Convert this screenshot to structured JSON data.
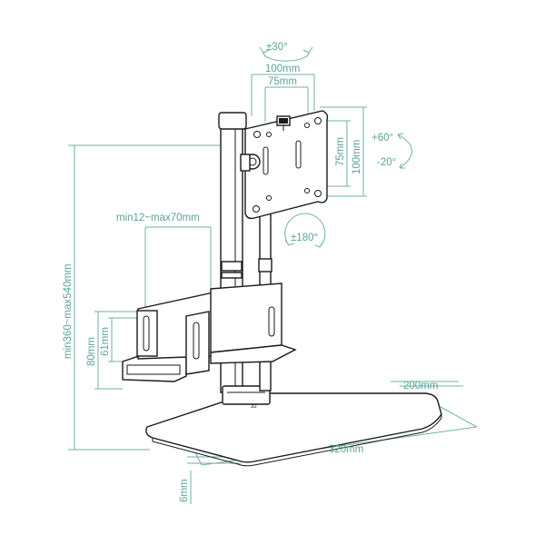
{
  "colors": {
    "dimension": "#5aa39a",
    "outline": "#1a1a1a",
    "background": "#ffffff"
  },
  "labels": {
    "rotation_swivel": "±30°",
    "vesa_100_h": "100mm",
    "vesa_75_h": "75mm",
    "vesa_75_v": "75mm",
    "vesa_100_v": "100mm",
    "tilt_up": "+60°",
    "tilt_down": "-20°",
    "rotation_full": "±180°",
    "holder_width": "min12~max70mm",
    "height_range": "min360~max540mm",
    "holder_80": "80mm",
    "holder_61": "61mm",
    "base_depth": "200mm",
    "base_width": "320mm",
    "base_thickness": "6mm",
    "collar_mark": "32"
  }
}
